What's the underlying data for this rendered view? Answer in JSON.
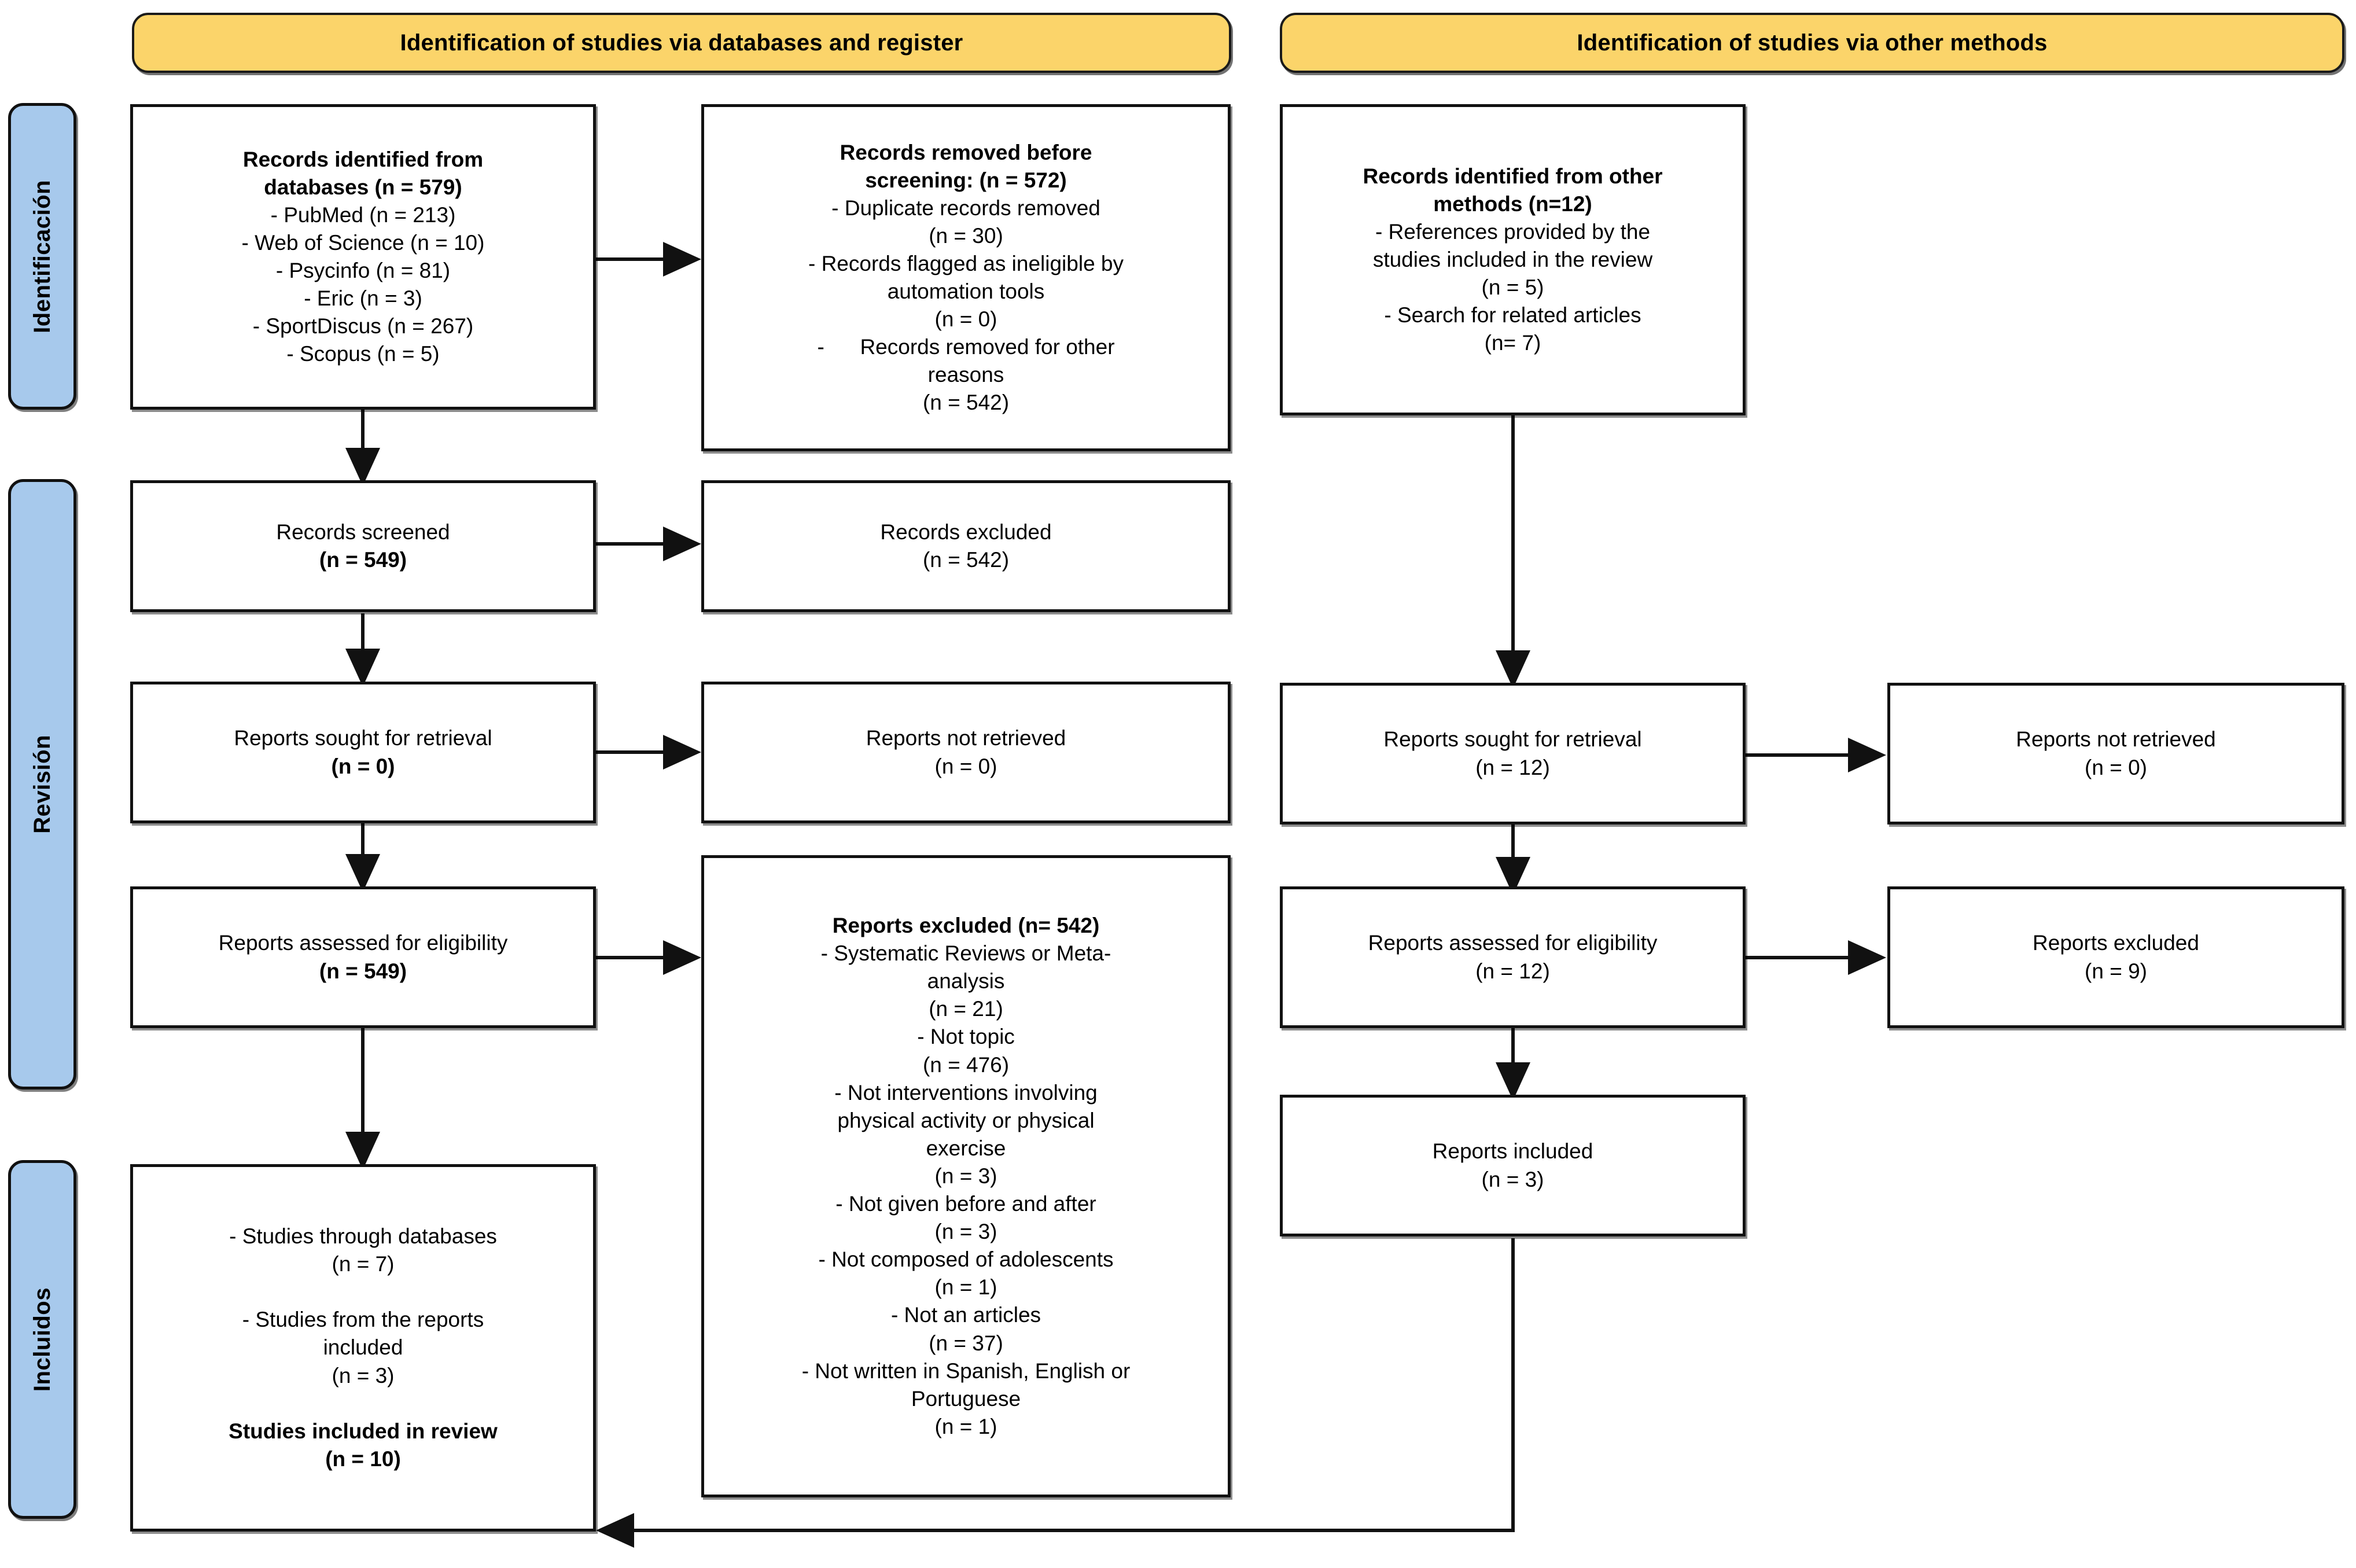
{
  "diagram": {
    "title": "PRISMA 2020 flow diagram",
    "accent_yellow": "#FBD46A",
    "accent_blue": "#A7C9EC",
    "line_color": "#111111"
  },
  "banners": {
    "databases": "Identification of studies via databases and register",
    "other_methods": "Identification of studies via other methods"
  },
  "stages": [
    {
      "key": "identificacion",
      "label": "Identificación"
    },
    {
      "key": "revision",
      "label": "Revisión"
    },
    {
      "key": "incluidos",
      "label": "Incluidos"
    }
  ],
  "boxes": {
    "records_identified_db": {
      "name": "Records identified from databases",
      "lines": [
        {
          "text": "Records identified from",
          "bold": true
        },
        {
          "text": "databases (n = 579)",
          "bold": true
        },
        {
          "text": "- PubMed (n = 213)",
          "bold": false
        },
        {
          "text": "- Web of Science (n = 10)",
          "bold": false
        },
        {
          "text": "- Psycinfo (n = 81)",
          "bold": false
        },
        {
          "text": "- Eric (n = 3)",
          "bold": false
        },
        {
          "text": "- SportDiscus (n = 267)",
          "bold": false
        },
        {
          "text": "- Scopus (n = 5)",
          "bold": false
        }
      ]
    },
    "records_removed": {
      "name": "Records removed before screening",
      "lines": [
        {
          "text": "Records removed before",
          "bold": true
        },
        {
          "text": "screening: (n = 572)",
          "bold": true
        },
        {
          "text": "- Duplicate records removed",
          "bold": false
        },
        {
          "text": "(n = 30)",
          "bold": false
        },
        {
          "text": "- Records flagged as ineligible by",
          "bold": false
        },
        {
          "text": "automation tools",
          "bold": false
        },
        {
          "text": "(n = 0)",
          "bold": false
        },
        {
          "text": "-      Records removed for other",
          "bold": false
        },
        {
          "text": "reasons",
          "bold": false
        },
        {
          "text": "(n = 542)",
          "bold": false
        }
      ]
    },
    "records_identified_other": {
      "name": "Records identified from other methods",
      "lines": [
        {
          "text": "Records identified from other",
          "bold": true
        },
        {
          "text": "methods (n=12)",
          "bold": true
        },
        {
          "text": "- References provided by the",
          "bold": false
        },
        {
          "text": "studies included in the review",
          "bold": false
        },
        {
          "text": "(n = 5)",
          "bold": false
        },
        {
          "text": "- Search for related articles",
          "bold": false
        },
        {
          "text": "(n= 7)",
          "bold": false
        }
      ]
    },
    "records_screened": {
      "name": "Records screened",
      "lines": [
        {
          "text": "Records screened",
          "bold": false
        },
        {
          "text": "(n = 549)",
          "bold": true
        }
      ]
    },
    "records_excluded": {
      "name": "Records excluded",
      "lines": [
        {
          "text": "Records excluded",
          "bold": false
        },
        {
          "text": "(n = 542)",
          "bold": false
        }
      ]
    },
    "reports_sought_db": {
      "name": "Reports sought for retrieval (databases)",
      "lines": [
        {
          "text": "Reports sought for retrieval",
          "bold": false
        },
        {
          "text": "(n = 0)",
          "bold": true
        }
      ]
    },
    "reports_not_retrieved_db": {
      "name": "Reports not retrieved (databases)",
      "lines": [
        {
          "text": "Reports not retrieved",
          "bold": false
        },
        {
          "text": "(n = 0)",
          "bold": false
        }
      ]
    },
    "reports_assessed_db": {
      "name": "Reports assessed for eligibility (databases)",
      "lines": [
        {
          "text": "Reports assessed for eligibility",
          "bold": false
        },
        {
          "text": "(n = 549)",
          "bold": true
        }
      ]
    },
    "reports_excluded_detail": {
      "name": "Reports excluded with reasons",
      "lines": [
        {
          "text": "Reports excluded (n= 542)",
          "bold": true
        },
        {
          "text": "- Systematic Reviews or Meta-",
          "bold": false
        },
        {
          "text": "analysis",
          "bold": false
        },
        {
          "text": "(n = 21)",
          "bold": false
        },
        {
          "text": "- Not topic",
          "bold": false
        },
        {
          "text": "(n = 476)",
          "bold": false
        },
        {
          "text": "- Not interventions involving",
          "bold": false
        },
        {
          "text": "physical activity or physical",
          "bold": false
        },
        {
          "text": "exercise",
          "bold": false
        },
        {
          "text": "(n = 3)",
          "bold": false
        },
        {
          "text": "- Not given before and after",
          "bold": false
        },
        {
          "text": "(n = 3)",
          "bold": false
        },
        {
          "text": "- Not composed of adolescents",
          "bold": false
        },
        {
          "text": "(n = 1)",
          "bold": false
        },
        {
          "text": "- Not an articles",
          "bold": false
        },
        {
          "text": "(n = 37)",
          "bold": false
        },
        {
          "text": "- Not written in Spanish, English or",
          "bold": false
        },
        {
          "text": "Portuguese",
          "bold": false
        },
        {
          "text": "(n = 1)",
          "bold": false
        }
      ]
    },
    "reports_sought_other": {
      "name": "Reports sought for retrieval (other methods)",
      "lines": [
        {
          "text": "Reports sought for retrieval",
          "bold": false
        },
        {
          "text": "(n = 12)",
          "bold": false
        }
      ]
    },
    "reports_not_retrieved_other": {
      "name": "Reports not retrieved (other methods)",
      "lines": [
        {
          "text": "Reports not retrieved",
          "bold": false
        },
        {
          "text": "(n = 0)",
          "bold": false
        }
      ]
    },
    "reports_assessed_other": {
      "name": "Reports assessed for eligibility (other methods)",
      "lines": [
        {
          "text": "Reports assessed for eligibility",
          "bold": false
        },
        {
          "text": "(n = 12)",
          "bold": false
        }
      ]
    },
    "reports_excluded_other": {
      "name": "Reports excluded (other methods)",
      "lines": [
        {
          "text": "Reports excluded",
          "bold": false
        },
        {
          "text": "(n = 9)",
          "bold": false
        }
      ]
    },
    "reports_included_other": {
      "name": "Reports included (other methods)",
      "lines": [
        {
          "text": "Reports included",
          "bold": false
        },
        {
          "text": "(n = 3)",
          "bold": false
        }
      ]
    },
    "studies_included": {
      "name": "Studies included in review",
      "lines": [
        {
          "text": "- Studies through databases",
          "bold": false
        },
        {
          "text": "(n = 7)",
          "bold": false
        },
        {
          "text": " ",
          "bold": false
        },
        {
          "text": "- Studies from the reports",
          "bold": false
        },
        {
          "text": "included",
          "bold": false
        },
        {
          "text": "(n = 3)",
          "bold": false
        },
        {
          "text": " ",
          "bold": false
        },
        {
          "text": "Studies included in review",
          "bold": true
        },
        {
          "text": "(n = 10)",
          "bold": true
        }
      ]
    }
  }
}
